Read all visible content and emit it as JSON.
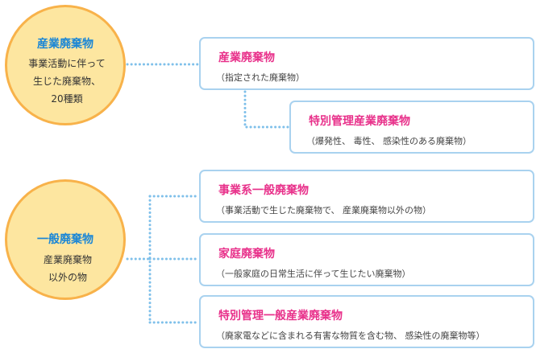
{
  "categories": [
    {
      "title": "産業廃棄物",
      "description": "事業活動に伴って\n生じた廃棄物、\n20種類"
    },
    {
      "title": "一般廃棄物",
      "description": "産業廃棄物\n以外の物"
    }
  ],
  "boxes": [
    {
      "title": "産業廃棄物",
      "description": "（指定された廃棄物）"
    },
    {
      "title": "特別管理産業廃棄物",
      "description": "（爆発性、 毒性、 感染性のある廃棄物）"
    },
    {
      "title": "事業系一般廃棄物",
      "description": "（事業活動で生じた廃棄物で、 産業廃棄物以外の物）"
    },
    {
      "title": "家庭廃棄物",
      "description": "（一般家庭の日常生活に伴って生じたい廃棄物）"
    },
    {
      "title": "特別管理一般産業廃棄物",
      "description": "（廃家電などに含まれる有害な物質を含む物、 感染性の廃棄物等）"
    }
  ],
  "colors": {
    "circle_fill": "#fde6a0",
    "circle_border": "#f8b24a",
    "circle_title": "#1a86d6",
    "box_border": "#a9d2ef",
    "box_title": "#e8308a",
    "connector": "#7fc0ea"
  }
}
